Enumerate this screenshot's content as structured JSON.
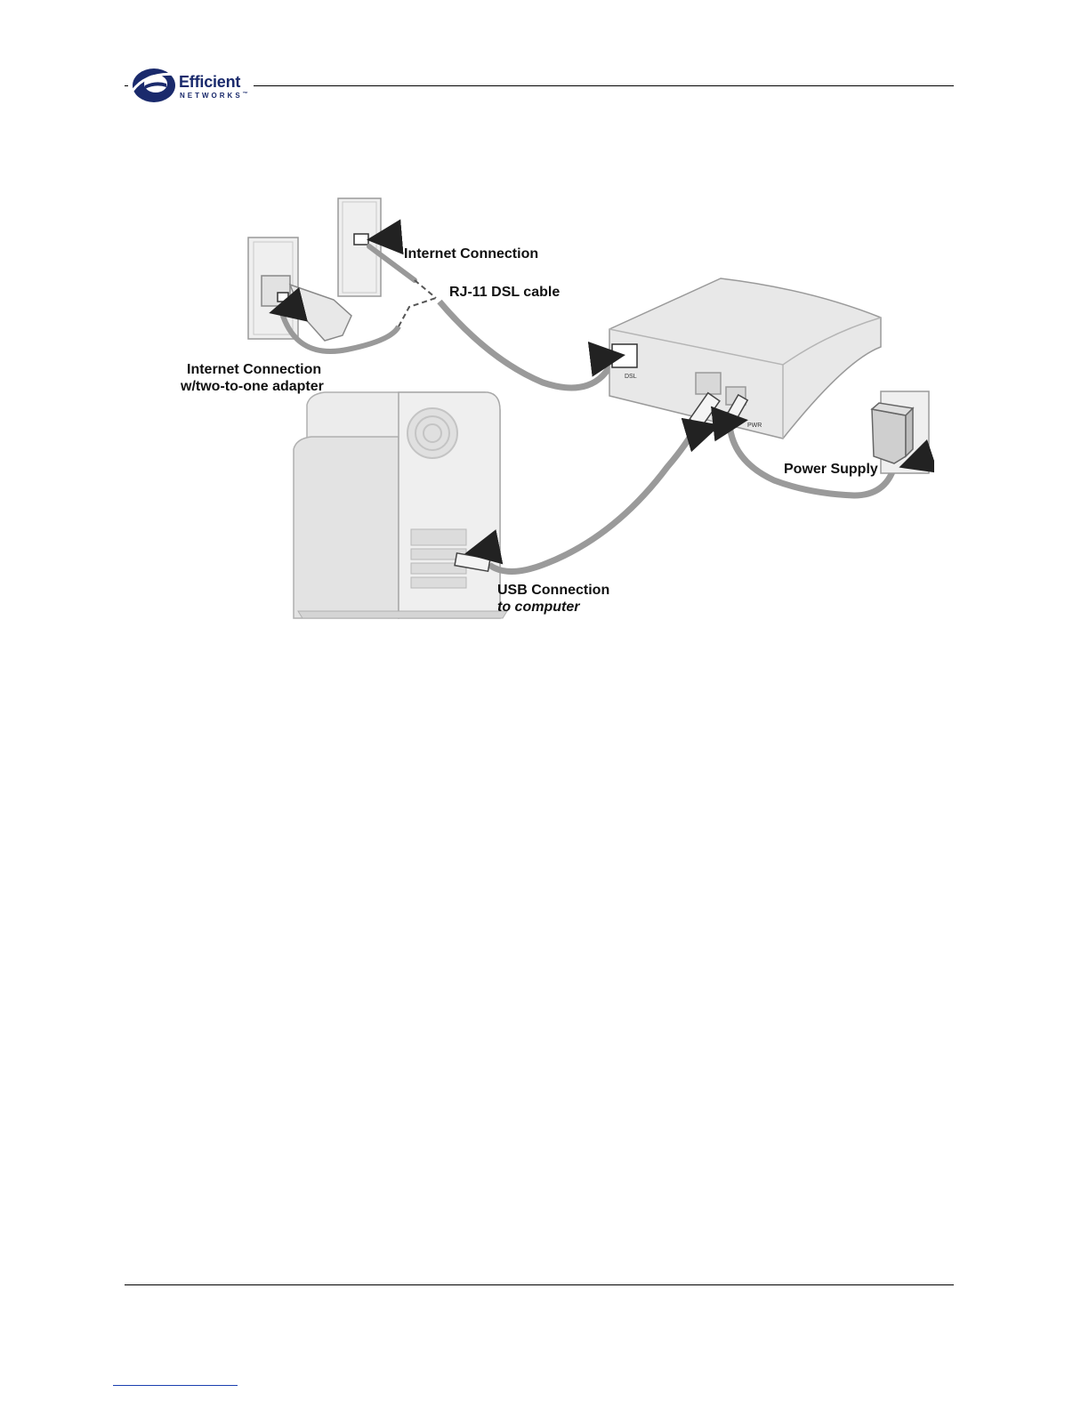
{
  "header": {
    "logo": {
      "word": "Efficient",
      "sub": "NETWORKS",
      "trademark": "™"
    }
  },
  "figure": {
    "labels": {
      "internet_connection": "Internet Connection",
      "rj11_cable": "RJ-11 DSL cable",
      "adapter_line1": "Internet Connection",
      "adapter_line2": "w/two-to-one adapter",
      "power_supply": "Power Supply",
      "usb_line1": "USB Connection",
      "usb_line2": "to computer"
    },
    "port_labels": {
      "dsl": "DSL",
      "pwr": "PWR"
    }
  },
  "colors": {
    "brand": "#1a2a6c",
    "device_fill": "#e6e6e6",
    "device_stroke": "#8a8a8a",
    "cable": "#9a9a9a"
  }
}
